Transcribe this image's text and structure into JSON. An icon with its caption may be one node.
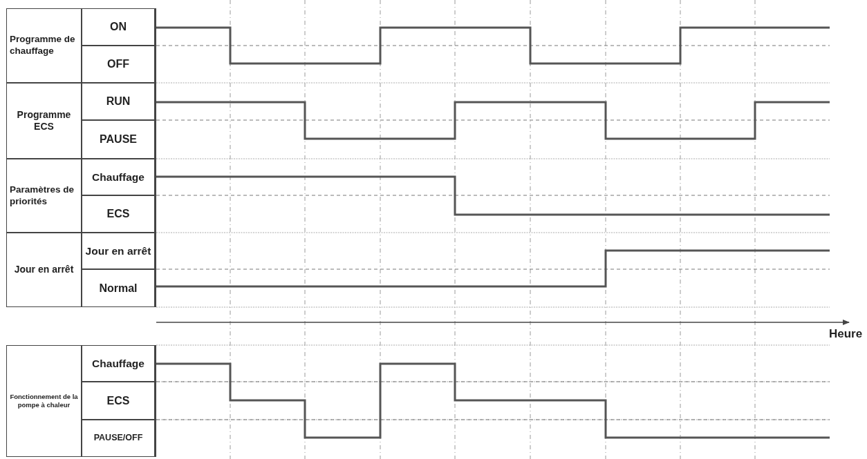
{
  "diagram": {
    "labels": [
      "Programme de chauffage",
      "ON",
      "OFF",
      "Programme ECS",
      "RUN",
      "PAUSE",
      "Paramètres de priorités",
      "Chauffage",
      "ECS",
      "Jour en arrêt",
      "Jour en arrêt",
      "Normal",
      "Heure",
      "Fonctionnement de la pompe à chaleur",
      "Chauffage",
      "ECS",
      "PAUSE/OFF"
    ]
  }
}
